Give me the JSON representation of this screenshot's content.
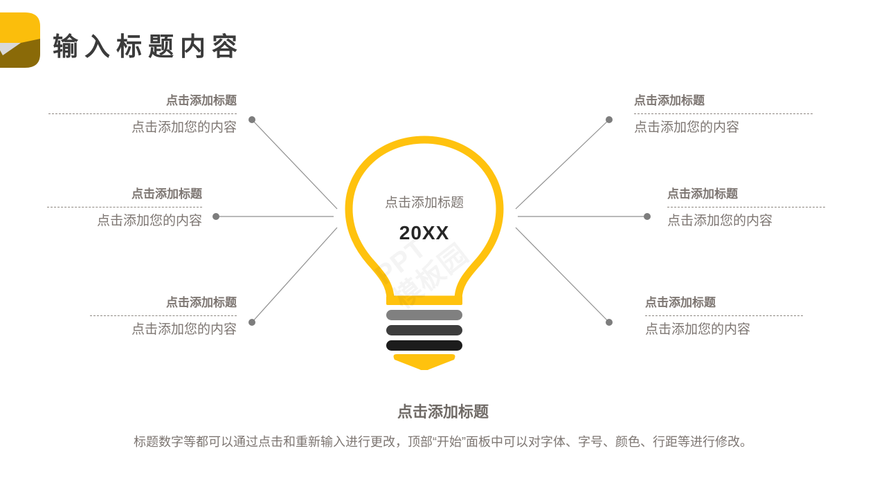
{
  "slide": {
    "background_color": "#ffffff",
    "accent_color": "#FFC20E",
    "text_color": "#7d7672",
    "title": "输入标题内容"
  },
  "ribbon": {
    "name": "ribbon-decoration",
    "top_color": "#FBBE0C",
    "bottom_color": "#8a6a08",
    "fold_color": "#d8d8d8"
  },
  "bulb": {
    "title": "点击添加标题",
    "year": "20XX",
    "outline_color": "#FFC20E",
    "base_bars": [
      "#808080",
      "#3d3d3d",
      "#1c1c1c"
    ],
    "tip_color": "#FFC20E"
  },
  "watermark": {
    "line1": "PPT",
    "line2": "模板园"
  },
  "callouts": [
    {
      "id": "left-top",
      "side": "left",
      "align": "right",
      "title": "点击添加标题",
      "body": "点击添加您的内容"
    },
    {
      "id": "left-mid",
      "side": "left",
      "align": "right",
      "title": "点击添加标题",
      "body": "点击添加您的内容"
    },
    {
      "id": "left-bottom",
      "side": "left",
      "align": "right",
      "title": "点击添加标题",
      "body": "点击添加您的内容"
    },
    {
      "id": "right-top",
      "side": "right",
      "align": "left",
      "title": "点击添加标题",
      "body": "点击添加您的内容"
    },
    {
      "id": "right-mid",
      "side": "right",
      "align": "left",
      "title": "点击添加标题",
      "body": "点击添加您的内容"
    },
    {
      "id": "right-bottom",
      "side": "right",
      "align": "left",
      "title": "点击添加标题",
      "body": "点击添加您的内容"
    }
  ],
  "footer": {
    "title": "点击添加标题",
    "body": "标题数字等都可以通过点击和重新输入进行更改，顶部“开始”面板中可以对字体、字号、颜色、行距等进行修改。"
  },
  "connectors": {
    "line_color": "#8f8f8f",
    "dot_color": "#7d7d7d"
  }
}
